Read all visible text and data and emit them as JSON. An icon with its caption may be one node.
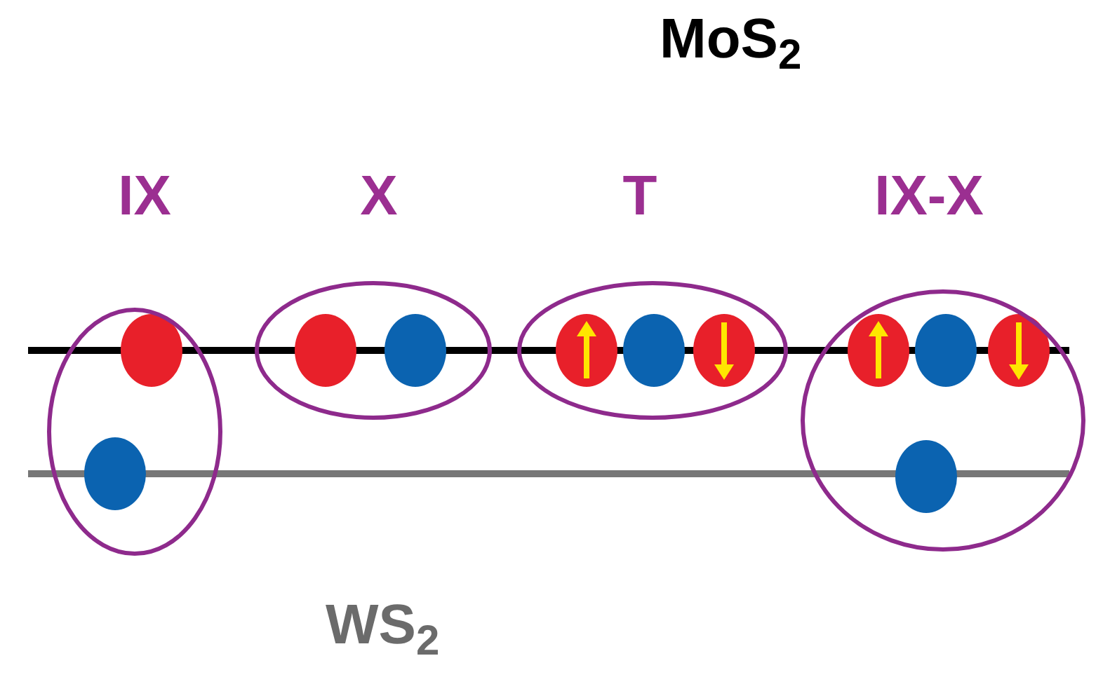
{
  "diagram": {
    "nodes": [
      {
        "text": [
          "IX"
        ]
      },
      {
        "text": [
          "X"
        ]
      },
      {
        "text": [
          "T"
        ]
      },
      {
        "text": [
          "IX-X"
        ]
      }
    ],
    "labels": [
      "MoS$_{2}$",
      "WS$_{2}$"
    ]
  }
}
